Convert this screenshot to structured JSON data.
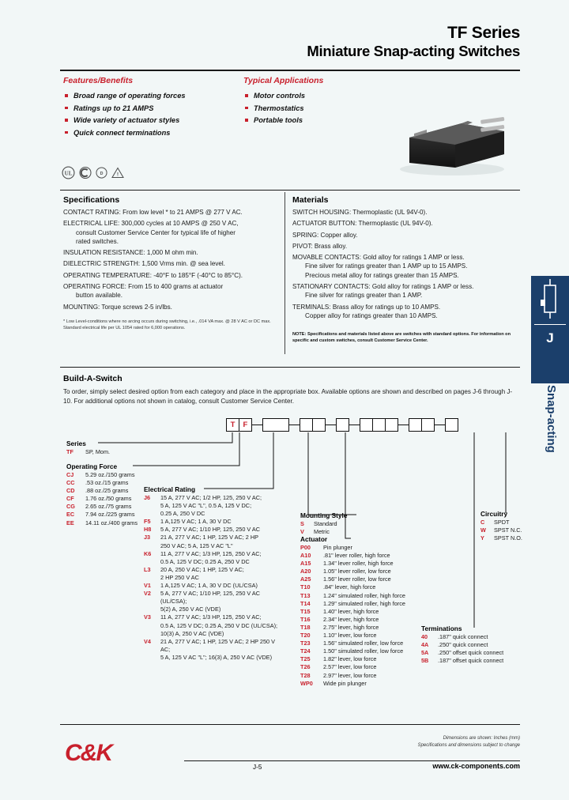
{
  "header": {
    "line1": "TF Series",
    "line2": "Miniature Snap-acting Switches"
  },
  "features": {
    "title": "Features/Benefits",
    "items": [
      "Broad range of operating forces",
      "Ratings up to 21 AMPS",
      "Wide variety of actuator styles",
      "Quick connect terminations"
    ]
  },
  "applications": {
    "title": "Typical Applications",
    "items": [
      "Motor controls",
      "Thermostatics",
      "Portable tools"
    ]
  },
  "approvals": [
    "UL-icon",
    "CSA-icon",
    "VDE-icon",
    "caution-icon"
  ],
  "specifications": {
    "title": "Specifications",
    "items": [
      {
        "label": "CONTACT RATING:",
        "text": "From low level * to 21 AMPS @ 277 V AC.",
        "indent": []
      },
      {
        "label": "ELECTRICAL LIFE:",
        "text": "300,000 cycles at 10 AMPS @ 250 V AC,",
        "indent": [
          "consult Customer Service Center for typical life of higher",
          "rated switches."
        ]
      },
      {
        "label": "INSULATION RESISTANCE:",
        "text": "1,000 M ohm min.",
        "indent": []
      },
      {
        "label": "DIELECTRIC STRENGTH:",
        "text": "1,500 Vrms min. @ sea level.",
        "indent": []
      },
      {
        "label": "OPERATING TEMPERATURE:",
        "text": "-40°F to 185°F (-40°C to 85°C).",
        "indent": []
      },
      {
        "label": "OPERATING FORCE:",
        "text": "From 15 to 400 grams at actuator",
        "indent": [
          "button available."
        ]
      },
      {
        "label": "MOUNTING:",
        "text": "Torque screws 2-5 in/lbs.",
        "indent": []
      }
    ],
    "note": "* Low Level-conditions where no arcing occurs during switching, i.e., .014 VA max. @ 28 V AC or DC max. Standard electrical life per UL 1054 rated for 6,000 operations."
  },
  "materials": {
    "title": "Materials",
    "items": [
      {
        "label": "SWITCH HOUSING:",
        "text": "Thermoplastic (UL 94V-0).",
        "indent": []
      },
      {
        "label": "ACTUATOR BUTTON:",
        "text": "Thermoplastic (UL 94V-0).",
        "indent": []
      },
      {
        "label": "SPRING:",
        "text": "Copper alloy.",
        "indent": []
      },
      {
        "label": "PIVOT:",
        "text": "Brass alloy.",
        "indent": []
      },
      {
        "label": "MOVABLE CONTACTS:",
        "text": "Gold alloy for ratings 1 AMP or less.",
        "indent": [
          "Fine silver for ratings greater than 1 AMP up to 15 AMPS.",
          "Precious metal alloy for ratings greater than 15 AMPS."
        ]
      },
      {
        "label": "STATIONARY CONTACTS:",
        "text": "Gold alloy for ratings 1 AMP or less.",
        "indent": [
          "Fine silver for ratings greater than 1 AMP."
        ]
      },
      {
        "label": "TERMINALS:",
        "text": "Brass alloy for ratings up to 10 AMPS.",
        "indent": [
          "Copper alloy for ratings greater than 10 AMPS."
        ]
      }
    ],
    "note": "NOTE: Specifications and materials listed above are switches with standard options. For information on specific and custom switches, consult Customer Service Center."
  },
  "build": {
    "title": "Build-A-Switch",
    "desc": "To order, simply select desired option from each category and place in the appropriate box. Available options are shown and described on pages J-6 through J-10. For additional options not shown in catalog, consult Customer Service Center.",
    "prefix": [
      "T",
      "F"
    ]
  },
  "groups": {
    "series": {
      "title": "Series",
      "options": [
        {
          "code": "TF",
          "text": "SP, Mom."
        }
      ]
    },
    "operating_force": {
      "title": "Operating Force",
      "options": [
        {
          "code": "CJ",
          "text": "5.29 oz./150 grams"
        },
        {
          "code": "CC",
          "text": ".53 oz./15 grams"
        },
        {
          "code": "CD",
          "text": ".88 oz./25 grams"
        },
        {
          "code": "CF",
          "text": "1.76 oz./50 grams"
        },
        {
          "code": "CG",
          "text": "2.65 oz./75 grams"
        },
        {
          "code": "EC",
          "text": "7.94 oz./225 grams"
        },
        {
          "code": "EE",
          "text": "14.11 oz./400 grams"
        }
      ]
    },
    "electrical_rating": {
      "title": "Electrical Rating",
      "options": [
        {
          "code": "J6",
          "text": "15 A, 277 V AC; 1/2 HP, 125, 250 V AC;",
          "sub": [
            "5 A, 125 V AC \"L\", 0.5 A, 125 V DC;",
            "0.25 A, 250 V DC"
          ]
        },
        {
          "code": "F5",
          "text": "1 A,125 V AC; 1 A, 30 V DC",
          "sub": []
        },
        {
          "code": "H8",
          "text": "5 A, 277 V AC; 1/10 HP, 125, 250 V AC",
          "sub": []
        },
        {
          "code": "J3",
          "text": "21 A, 277 V AC; 1 HP, 125 V AC; 2 HP",
          "sub": [
            "250 V AC; 5 A, 125 V AC \"L\""
          ]
        },
        {
          "code": "K6",
          "text": "11 A, 277 V AC; 1/3 HP, 125, 250 V AC;",
          "sub": [
            "0.5 A, 125 V DC; 0.25 A, 250 V DC"
          ]
        },
        {
          "code": "L3",
          "text": "20 A, 250 V AC; 1 HP, 125 V AC;",
          "sub": [
            "2 HP 250 V AC"
          ]
        },
        {
          "code": "V1",
          "text": "1 A,125 V AC; 1 A, 30 V DC (UL/CSA)",
          "sub": []
        },
        {
          "code": "V2",
          "text": "5 A, 277 V AC; 1/10 HP, 125, 250 V AC (UL/CSA);",
          "sub": [
            "5(2) A, 250 V AC (VDE)"
          ]
        },
        {
          "code": "V3",
          "text": "11 A, 277 V AC; 1/3 HP, 125, 250 V AC;",
          "sub": [
            "0.5 A, 125 V DC; 0.25 A, 250 V DC (UL/CSA);",
            "10(3) A, 250 V AC (VDE)"
          ]
        },
        {
          "code": "V4",
          "text": "21 A, 277 V AC; 1 HP, 125 V AC; 2 HP 250 V AC;",
          "sub": [
            "5 A, 125 V AC \"L\"; 16(3) A, 250 V AC (VDE)"
          ]
        }
      ]
    },
    "mounting_style": {
      "title": "Mounting Style",
      "options": [
        {
          "code": "S",
          "text": "Standard"
        },
        {
          "code": "V",
          "text": "Metric"
        }
      ]
    },
    "actuator": {
      "title": "Actuator",
      "options": [
        {
          "code": "P00",
          "text": "Pin plunger"
        },
        {
          "code": "A10",
          "text": ".81\" lever roller, high force"
        },
        {
          "code": "A15",
          "text": "1.34\" lever roller, high force"
        },
        {
          "code": "A20",
          "text": "1.05\" lever roller, low force"
        },
        {
          "code": "A25",
          "text": "1.56\" lever roller, low force"
        },
        {
          "code": "T10",
          "text": ".84\" lever, high force"
        },
        {
          "code": "T13",
          "text": "1.24\" simulated roller, high force"
        },
        {
          "code": "T14",
          "text": "1.29\" simulated roller, high force"
        },
        {
          "code": "T15",
          "text": "1.40\" lever, high force"
        },
        {
          "code": "T16",
          "text": "2.34\" lever, high force"
        },
        {
          "code": "T18",
          "text": "2.75\" lever, high force"
        },
        {
          "code": "T20",
          "text": "1.10\" lever, low force"
        },
        {
          "code": "T23",
          "text": "1.56\" simulated roller, low force"
        },
        {
          "code": "T24",
          "text": "1.50\" simulated roller, low force"
        },
        {
          "code": "T25",
          "text": "1.82\" lever, low force"
        },
        {
          "code": "T26",
          "text": "2.57\" lever, low force"
        },
        {
          "code": "T28",
          "text": "2.97\" lever, low force"
        },
        {
          "code": "WP0",
          "text": "Wide pin plunger"
        }
      ]
    },
    "circuitry": {
      "title": "Circuitry",
      "options": [
        {
          "code": "C",
          "text": "SPDT"
        },
        {
          "code": "W",
          "text": "SPST N.C."
        },
        {
          "code": "Y",
          "text": "SPST N.O."
        }
      ]
    },
    "terminations": {
      "title": "Terminations",
      "options": [
        {
          "code": "40",
          "text": ".187\" quick connect"
        },
        {
          "code": "4A",
          "text": ".250\" quick connect"
        },
        {
          "code": "5A",
          "text": ".250\" offset quick connect"
        },
        {
          "code": "5B",
          "text": ".187\" offset quick connect"
        }
      ]
    }
  },
  "side_tab": {
    "letter": "J",
    "label": "Snap-acting"
  },
  "footer": {
    "logo": "C&K",
    "note_line1": "Dimensions are shown: Inches (mm)",
    "note_line2": "Specifications and dimensions subject to change",
    "page": "J-5",
    "url": "www.ck-components.com"
  },
  "colors": {
    "accent_red": "#c8202c",
    "tab_blue": "#1b3f6b",
    "page_bg": "#f2f7f7"
  }
}
